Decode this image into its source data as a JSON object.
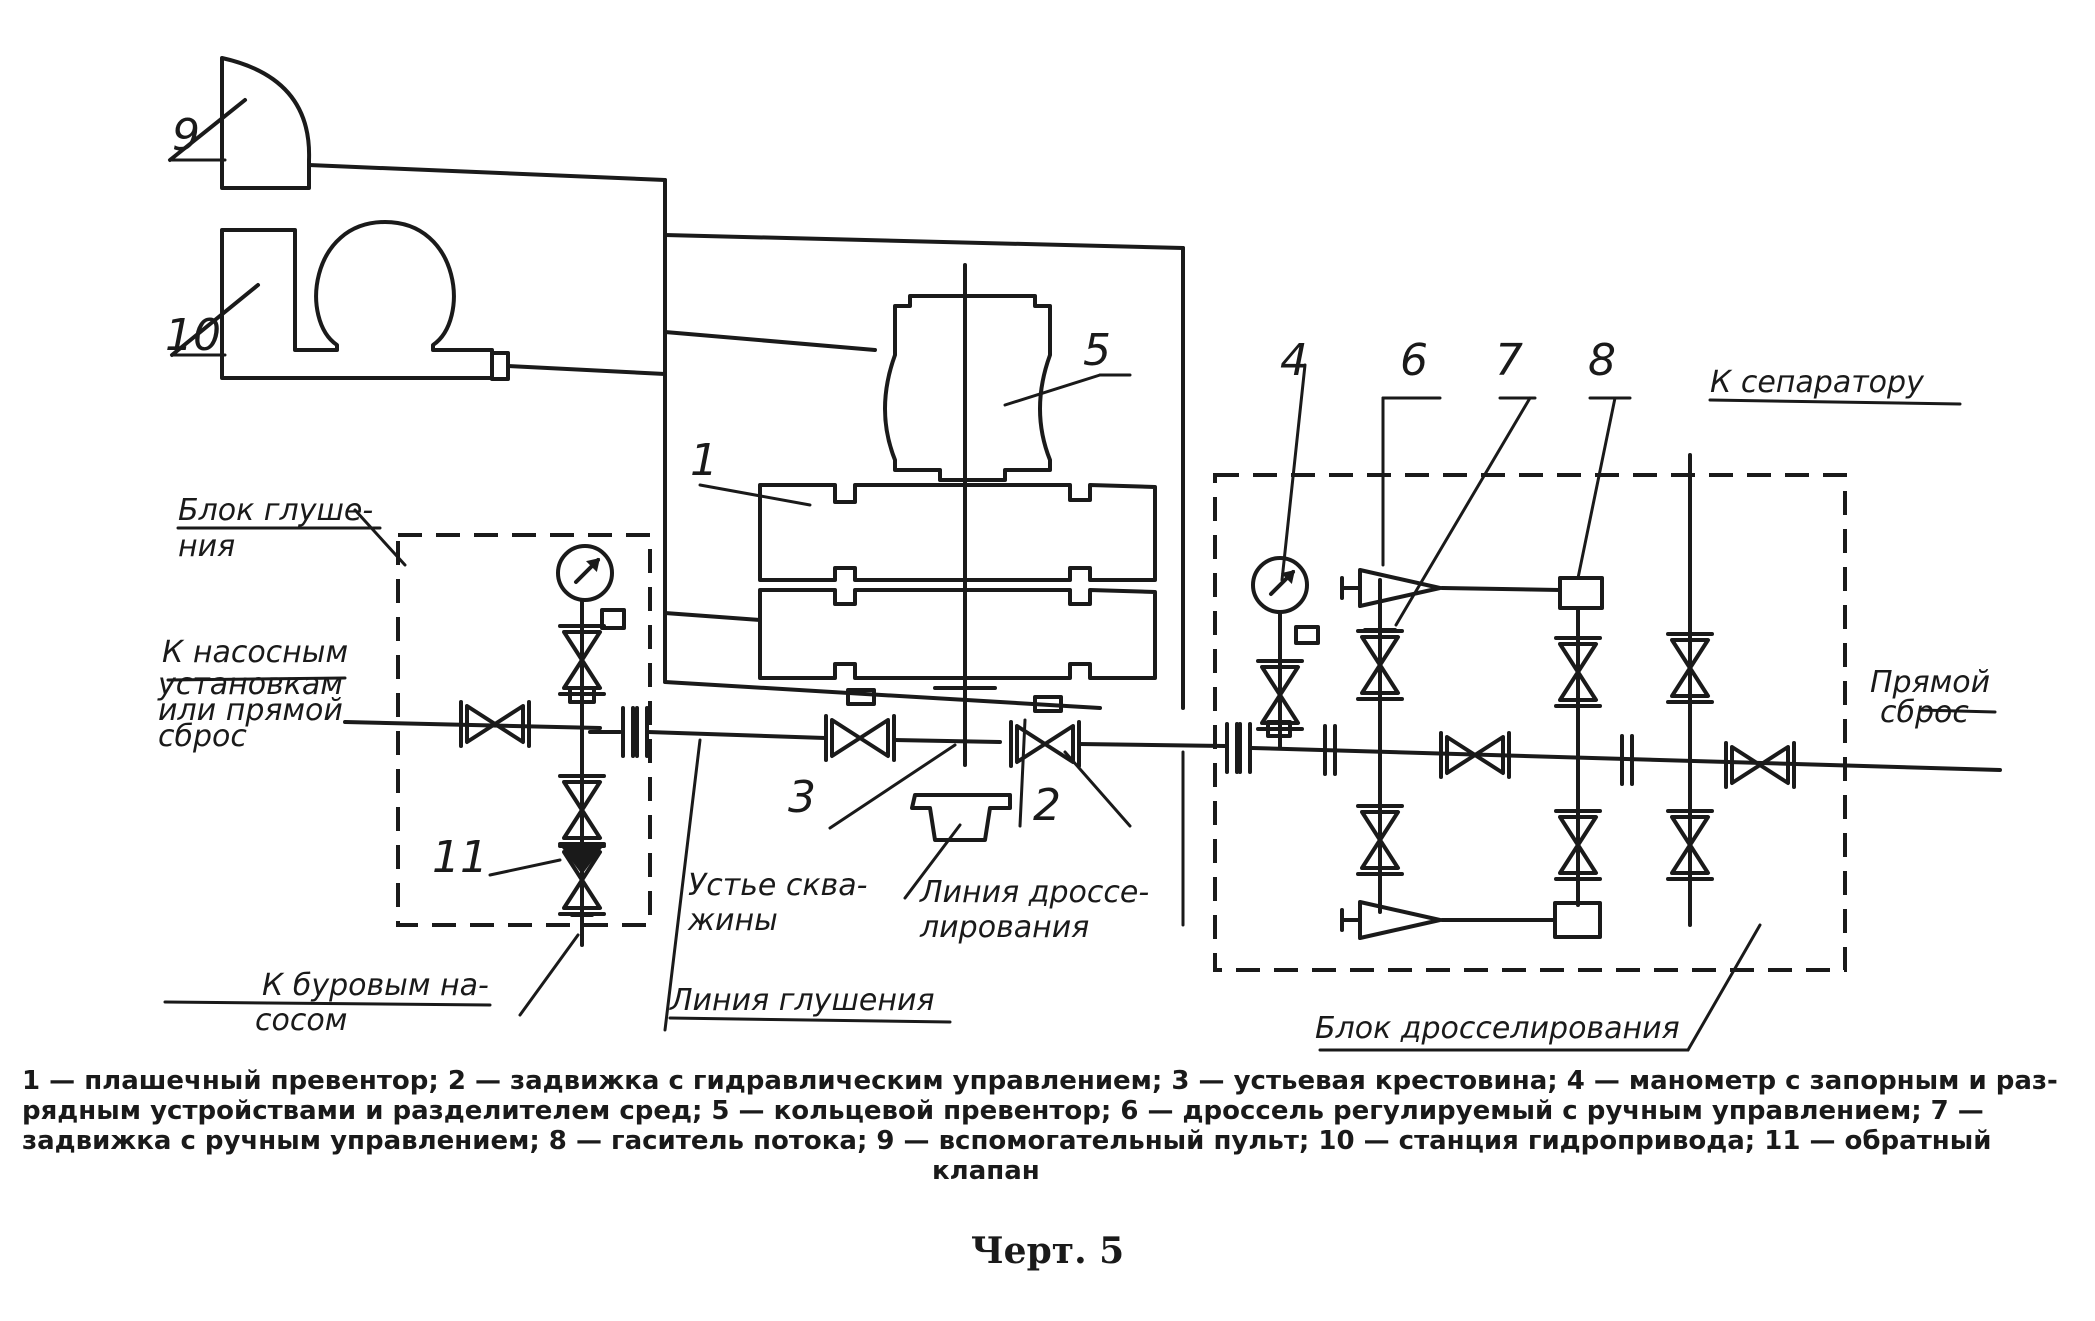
{
  "labels": {
    "n1": "1",
    "n2": "2",
    "n3": "3",
    "n4": "4",
    "n5": "5",
    "n6": "6",
    "n7": "7",
    "n8": "8",
    "n9": "9",
    "n10": "10",
    "n11": "11",
    "blok_glushenia_1": "Блок глуше-",
    "blok_glushenia_2": "ния",
    "k_nasosnym_1": "К насосным",
    "k_nasosnym_2": "установкам",
    "k_nasosnym_3": "или прямой",
    "k_nasosnym_4": "сброс",
    "k_separatoru": "К сепаратору",
    "pryamoy_sbros_1": "Прямой",
    "pryamoy_sbros_2": "сброс",
    "ustye_1": "Устье сква-",
    "ustye_2": "жины",
    "liniya_drossel_1": "Линия дроссе-",
    "liniya_drossel_2": "лирования",
    "k_burovym_1": "К буровым на-",
    "k_burovym_2": "сосом",
    "liniya_glushenia": "Линия глушения",
    "blok_drosselirovania": "Блок дросселирования"
  },
  "legend": {
    "line1": "1 — плашечный превентор; 2 — задвижка с гидравлическим управлением; 3 — устьевая крестовина; 4 — манометр с запорным и раз-",
    "line2": "рядным устройствами и разделителем сред; 5 — кольцевой превентор; 6 — дроссель регулируемый с ручным управлением; 7 —",
    "line3": "задвижка с ручным управлением; 8 — гаситель потока; 9 — вспомогательный пульт; 10 — станция гидропривода; 11 — обратный",
    "line4": "клапан"
  },
  "caption": "Черт. 5"
}
